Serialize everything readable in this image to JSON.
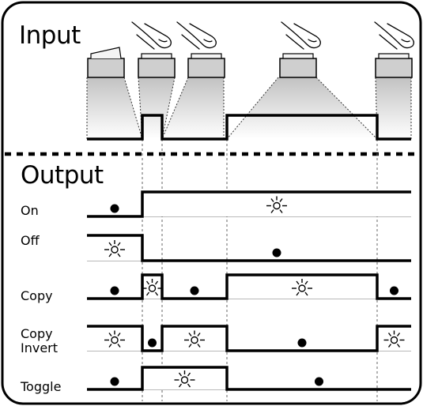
{
  "input": {
    "title": "Input",
    "pulses": [
      [
        180,
        205
      ],
      [
        287,
        477
      ]
    ],
    "press_times": [
      193,
      250,
      382,
      500
    ]
  },
  "output": {
    "title": "Output",
    "rows": [
      {
        "label": "On",
        "initial": 0,
        "edges": [
          180
        ]
      },
      {
        "label": "Off",
        "initial": 1,
        "edges": [
          180
        ]
      },
      {
        "label": "Copy",
        "initial": 0,
        "edges": [
          180,
          205,
          287,
          477
        ]
      },
      {
        "label": "Copy\nInvert",
        "initial": 1,
        "edges": [
          180,
          205,
          287,
          477
        ]
      },
      {
        "label": "Toggle",
        "initial": 0,
        "edges": [
          180,
          287
        ]
      }
    ]
  },
  "time_markers": [
    180,
    205,
    287,
    477
  ],
  "state_icons": {
    "on": "lamp-on-icon",
    "off": "lamp-off-dot-icon"
  },
  "colors": {
    "line": "#000000",
    "panel_fill": "#cfcfcf",
    "guide": "#666666"
  }
}
